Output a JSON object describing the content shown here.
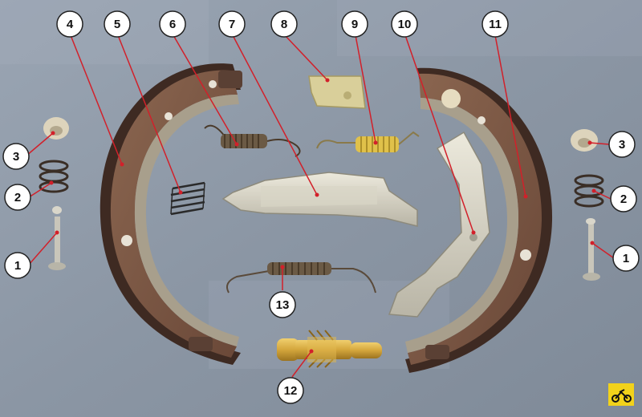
{
  "figure": {
    "background": "#8f9aa8",
    "callouts": [
      "1",
      "1",
      "2",
      "2",
      "3",
      "3",
      "4",
      "5",
      "6",
      "7",
      "8",
      "9",
      "10",
      "11",
      "12",
      "13"
    ]
  },
  "colors": {
    "lining": "#7d5844",
    "lining_dark": "#4a3228",
    "metal": "#c8c5b8",
    "metal_light": "#e6e3d6",
    "spring": "#6b5a45",
    "spring_yellow": "#e0c14a",
    "brass": "#d4a63c",
    "callout_fill": "#ffffff",
    "callout_stroke": "#222222",
    "leader_red": "#d2202a",
    "logo_yellow": "#f2d21a"
  },
  "logo": {
    "icon": "motorcycle-icon"
  }
}
